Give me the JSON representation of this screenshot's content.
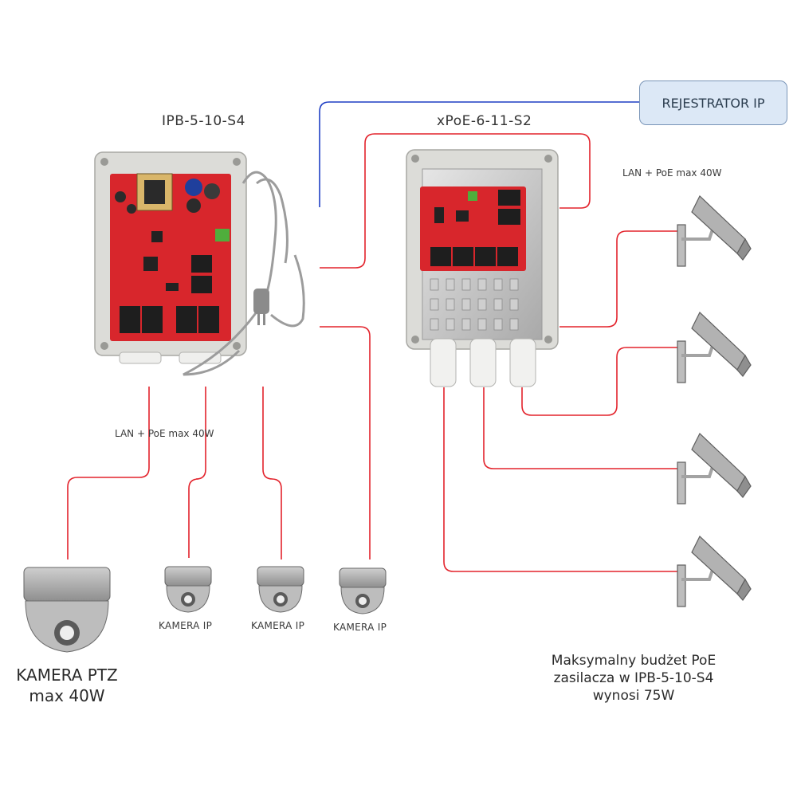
{
  "devices": {
    "switch1_label": "IPB-5-10-S4",
    "switch2_label": "xPoE-6-11-S2",
    "recorder_label": "REJESTRATOR IP"
  },
  "labels": {
    "lan_poe_left": "LAN + PoE max 40W",
    "lan_poe_right": "LAN + PoE max 40W",
    "ptz_line1": "KAMERA PTZ",
    "ptz_line2": "max 40W",
    "camera_ip_1": "KAMERA IP",
    "camera_ip_2": "KAMERA IP",
    "camera_ip_3": "KAMERA IP",
    "note_line1": "Maksymalny budżet PoE",
    "note_line2": "zasilacza  w IPB-5-10-S4",
    "note_line3": "wynosi 75W"
  },
  "colors": {
    "poe_cable": "#e3232c",
    "lan_cable": "#1f3fc4",
    "pcb_red": "#d8262c",
    "enclosure": "#dcdcd8",
    "camera_gray": "#a7a7a7"
  },
  "icons": [
    "ptz-dome-camera-icon",
    "dome-camera-icon",
    "bullet-camera-icon",
    "power-cable-icon",
    "rj45-port-icon",
    "cable-gland-icon"
  ]
}
